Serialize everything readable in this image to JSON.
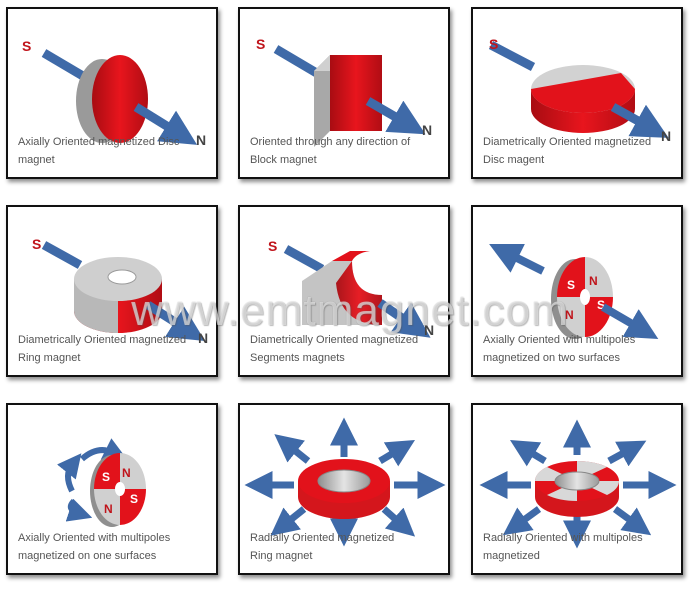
{
  "watermark": "www.emtmagnet.com",
  "colors": {
    "magnet_red": "#e2121b",
    "magnet_gray": "#c4c4c4",
    "arrow_blue": "#3f6aa8",
    "pole_red": "#c0141b"
  },
  "cards": [
    {
      "caption": [
        "Axially Oriented magnetized Disc magnet"
      ],
      "pole_s": "S",
      "pole_n": "N"
    },
    {
      "caption": [
        "Oriented through any direction of",
        "Block magnet"
      ],
      "pole_s": "S",
      "pole_n": "N"
    },
    {
      "caption": [
        "Diametrically Oriented magnetized",
        "Disc magent"
      ],
      "pole_s": "S",
      "pole_n": "N"
    },
    {
      "caption": [
        "Diametrically Oriented magnetized",
        "Ring magnet"
      ],
      "pole_s": "S",
      "pole_n": "N"
    },
    {
      "caption": [
        "Diametrically Oriented magnetized",
        "Segments magnets"
      ],
      "pole_s": "S",
      "pole_n": "N"
    },
    {
      "caption": [
        "Axially Oriented with multipoles",
        "magnetized on two surfaces"
      ],
      "poles": [
        "N",
        "S",
        "N",
        "S"
      ]
    },
    {
      "caption": [
        "Axially Oriented with multipoles",
        "magnetized on one surfaces"
      ],
      "poles": [
        "N",
        "S",
        "N",
        "S"
      ]
    },
    {
      "caption": [
        "Radially Oriented magnetized",
        "Ring magnet"
      ]
    },
    {
      "caption": [
        "Radially Oriented with multipoles",
        "magnetized"
      ]
    }
  ]
}
